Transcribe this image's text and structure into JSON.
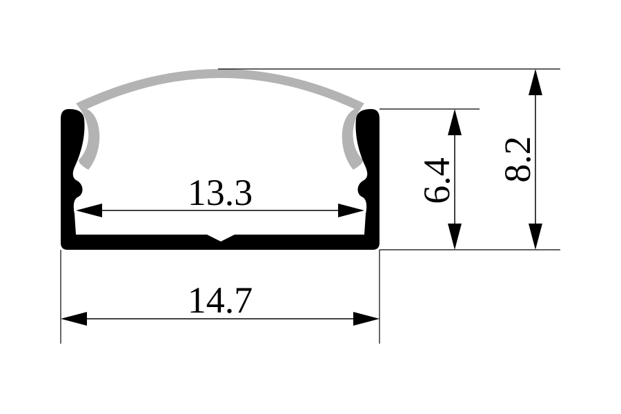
{
  "diagram": {
    "dimensions": {
      "inner_width": "13.3",
      "outer_width": "14.7",
      "inner_height": "6.4",
      "total_height": "8.2"
    },
    "colors": {
      "profile": "#000000",
      "diffuser": "#b3b3b3",
      "line": "#000000",
      "background": "#ffffff"
    }
  }
}
